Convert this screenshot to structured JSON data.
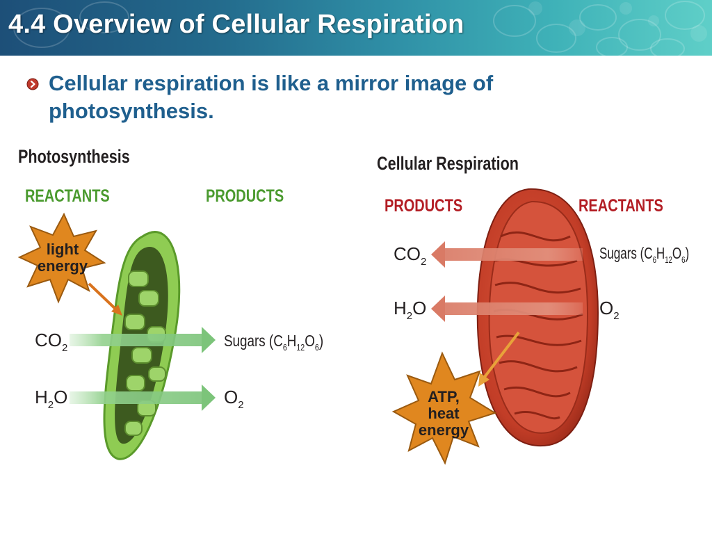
{
  "slide": {
    "title": "4.4 Overview of Cellular Respiration",
    "bullet": "Cellular respiration is like a mirror image of photosynthesis."
  },
  "photosynthesis": {
    "heading": "Photosynthesis",
    "reactants_label": "REACTANTS",
    "products_label": "PRODUCTS",
    "energy_line1": "light",
    "energy_line2": "energy",
    "reactant_co2": "CO",
    "reactant_co2_sub": "2",
    "reactant_h2o_h": "H",
    "reactant_h2o_sub": "2",
    "reactant_h2o_o": "O",
    "product_sugars_prefix": "Sugars (C",
    "product_sugars_c_sub": "6",
    "product_sugars_h": "H",
    "product_sugars_h_sub": "12",
    "product_sugars_o": "O",
    "product_sugars_o_sub": "6",
    "product_sugars_suffix": ")",
    "product_o2": "O",
    "product_o2_sub": "2"
  },
  "respiration": {
    "heading": "Cellular Respiration",
    "products_label": "PRODUCTS",
    "reactants_label": "REACTANTS",
    "energy_line1": "ATP,",
    "energy_line2": "heat",
    "energy_line3": "energy",
    "product_co2": "CO",
    "product_co2_sub": "2",
    "product_h2o_h": "H",
    "product_h2o_sub": "2",
    "product_h2o_o": "O",
    "reactant_sugars_prefix": "Sugars (C",
    "reactant_sugars_c_sub": "6",
    "reactant_sugars_h": "H",
    "reactant_sugars_h_sub": "12",
    "reactant_sugars_o": "O",
    "reactant_sugars_o_sub": "6",
    "reactant_sugars_suffix": ")",
    "reactant_o2": "O",
    "reactant_o2_sub": "2"
  },
  "colors": {
    "title_text": "#ffffff",
    "bullet_text": "#1f5f8e",
    "photosynthesis_label": "#4a9a2e",
    "respiration_label": "#b31d24",
    "green_arrow": "#8fd08f",
    "red_arrow": "#e0907c",
    "star_fill": "#e0871f",
    "chloroplast": "#6fb43a",
    "mitochondrion": "#c8402a"
  }
}
